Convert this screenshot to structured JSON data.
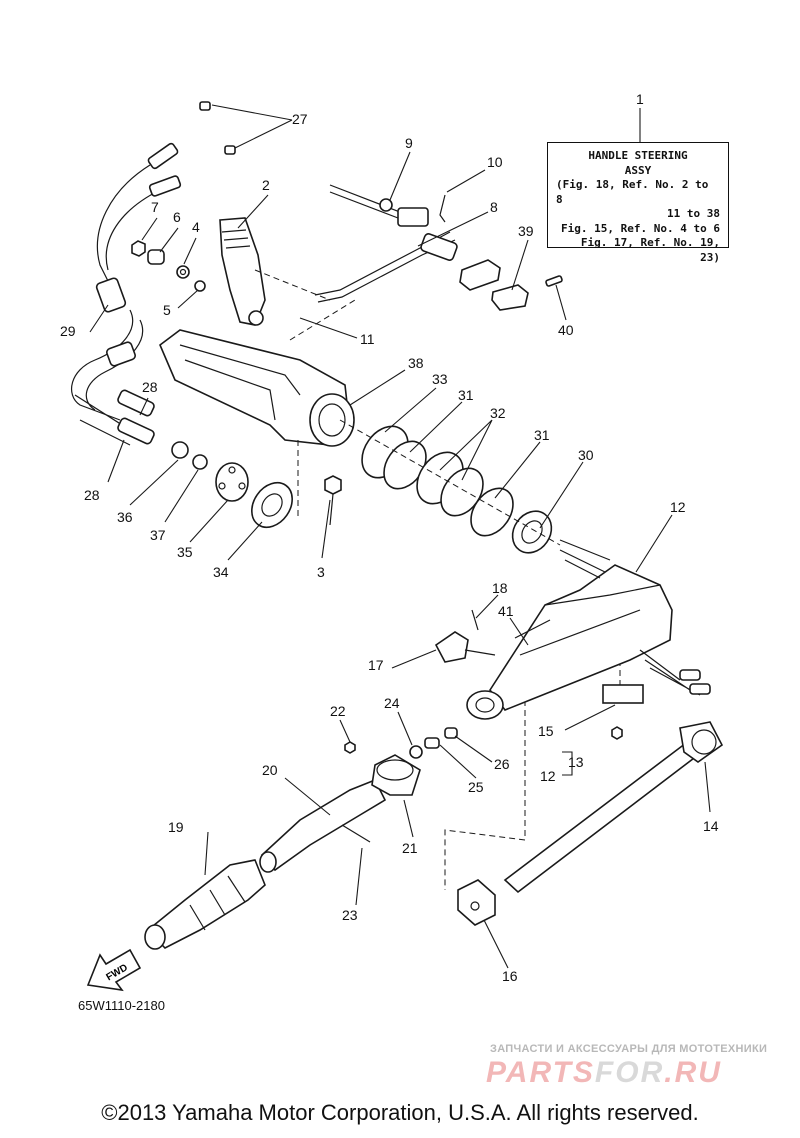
{
  "note_box": {
    "title_line1": "HANDLE STEERING",
    "title_line2": "ASSY",
    "ref_line1": "(Fig. 18, Ref. No. 2 to 8",
    "ref_line2": "11 to 38",
    "ref_line3": "Fig. 15, Ref. No. 4 to 6",
    "ref_line4": "Fig. 17, Ref. No. 19, 23)"
  },
  "callouts": [
    "1",
    "2",
    "3",
    "4",
    "5",
    "6",
    "7",
    "8",
    "9",
    "10",
    "11",
    "12",
    "12",
    "13",
    "14",
    "15",
    "16",
    "17",
    "18",
    "19",
    "20",
    "21",
    "22",
    "23",
    "24",
    "25",
    "26",
    "27",
    "28",
    "28",
    "29",
    "30",
    "31",
    "31",
    "32",
    "33",
    "34",
    "35",
    "36",
    "37",
    "38",
    "39",
    "40",
    "41"
  ],
  "fwd_label": "FWD",
  "diagram_code": "65W1110-2180",
  "watermark": {
    "subtitle": "ЗАПЧАСТИ И АКСЕССУАРЫ ДЛЯ МОТОТЕХНИКИ",
    "logo_part1": "PARTS",
    "logo_part2": "FOR",
    "logo_part3": ".RU"
  },
  "copyright": "©2013 Yamaha Motor Corporation, U.S.A. All rights reserved."
}
